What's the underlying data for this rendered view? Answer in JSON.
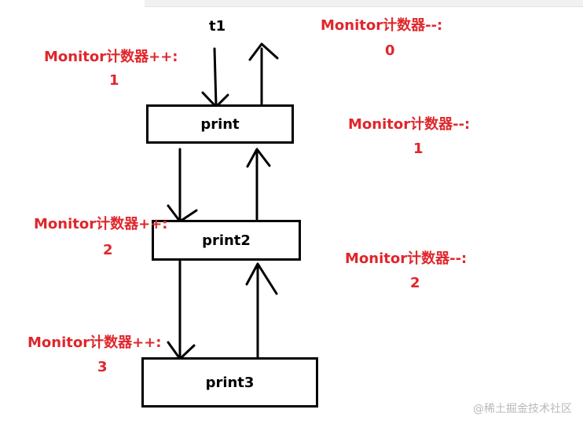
{
  "thread_label": "t1",
  "boxes": {
    "print1": "print",
    "print2": "print2",
    "print3": "print3"
  },
  "increment_labels": [
    {
      "text": "Monitor计数器++:",
      "value": "1"
    },
    {
      "text": "Monitor计数器++:",
      "value": "2"
    },
    {
      "text": "Monitor计数器++:",
      "value": "3"
    }
  ],
  "decrement_labels": [
    {
      "text": "Monitor计数器--:",
      "value": "0"
    },
    {
      "text": "Monitor计数器--:",
      "value": "1"
    },
    {
      "text": "Monitor计数器--:",
      "value": "2"
    }
  ],
  "watermark": "@稀土掘金技术社区",
  "colors": {
    "label_red": "#e0262b",
    "line": "#000000",
    "watermark": "#b9b9b9"
  }
}
